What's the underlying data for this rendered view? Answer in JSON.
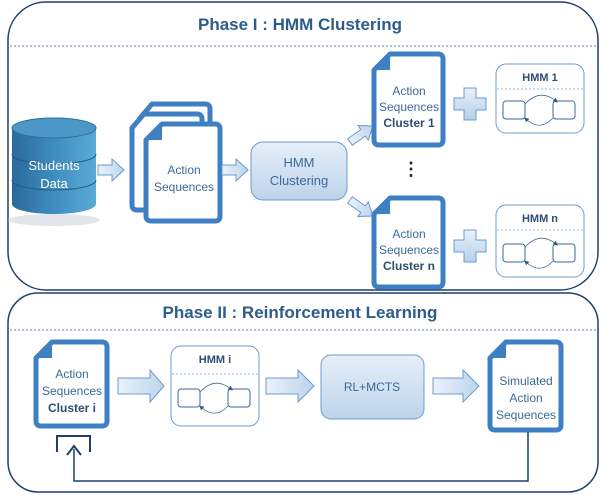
{
  "colors": {
    "frame": "#1F3F6E",
    "doc_blue": "#3F7FC4",
    "text_blue": "#3B6A98",
    "title_blue": "#2E5C8A",
    "arrow_fill": "#C9DDF0",
    "arrow_stroke": "#6C9BCB",
    "box_fill": "#D3E3F4"
  },
  "phase1": {
    "title": "Phase I : HMM Clustering",
    "students_data": [
      "Students",
      "Data"
    ],
    "action_sequences": [
      "Action",
      "Sequences"
    ],
    "hmm_clustering": [
      "HMM",
      "Clustering"
    ],
    "cluster1": [
      "Action",
      "Sequences",
      "Cluster 1"
    ],
    "clustern": [
      "Action",
      "Sequences",
      "Cluster n"
    ],
    "ellipsis": "⋮",
    "hmm1_title": "HMM 1",
    "hmmn_title": "HMM n"
  },
  "phase2": {
    "title": "Phase II : Reinforcement Learning",
    "clusteri": [
      "Action",
      "Sequences",
      "Cluster i"
    ],
    "hmmi_title": "HMM i",
    "rl_mcts": "RL+MCTS",
    "simulated": [
      "Simulated",
      "Action",
      "Sequences"
    ]
  }
}
